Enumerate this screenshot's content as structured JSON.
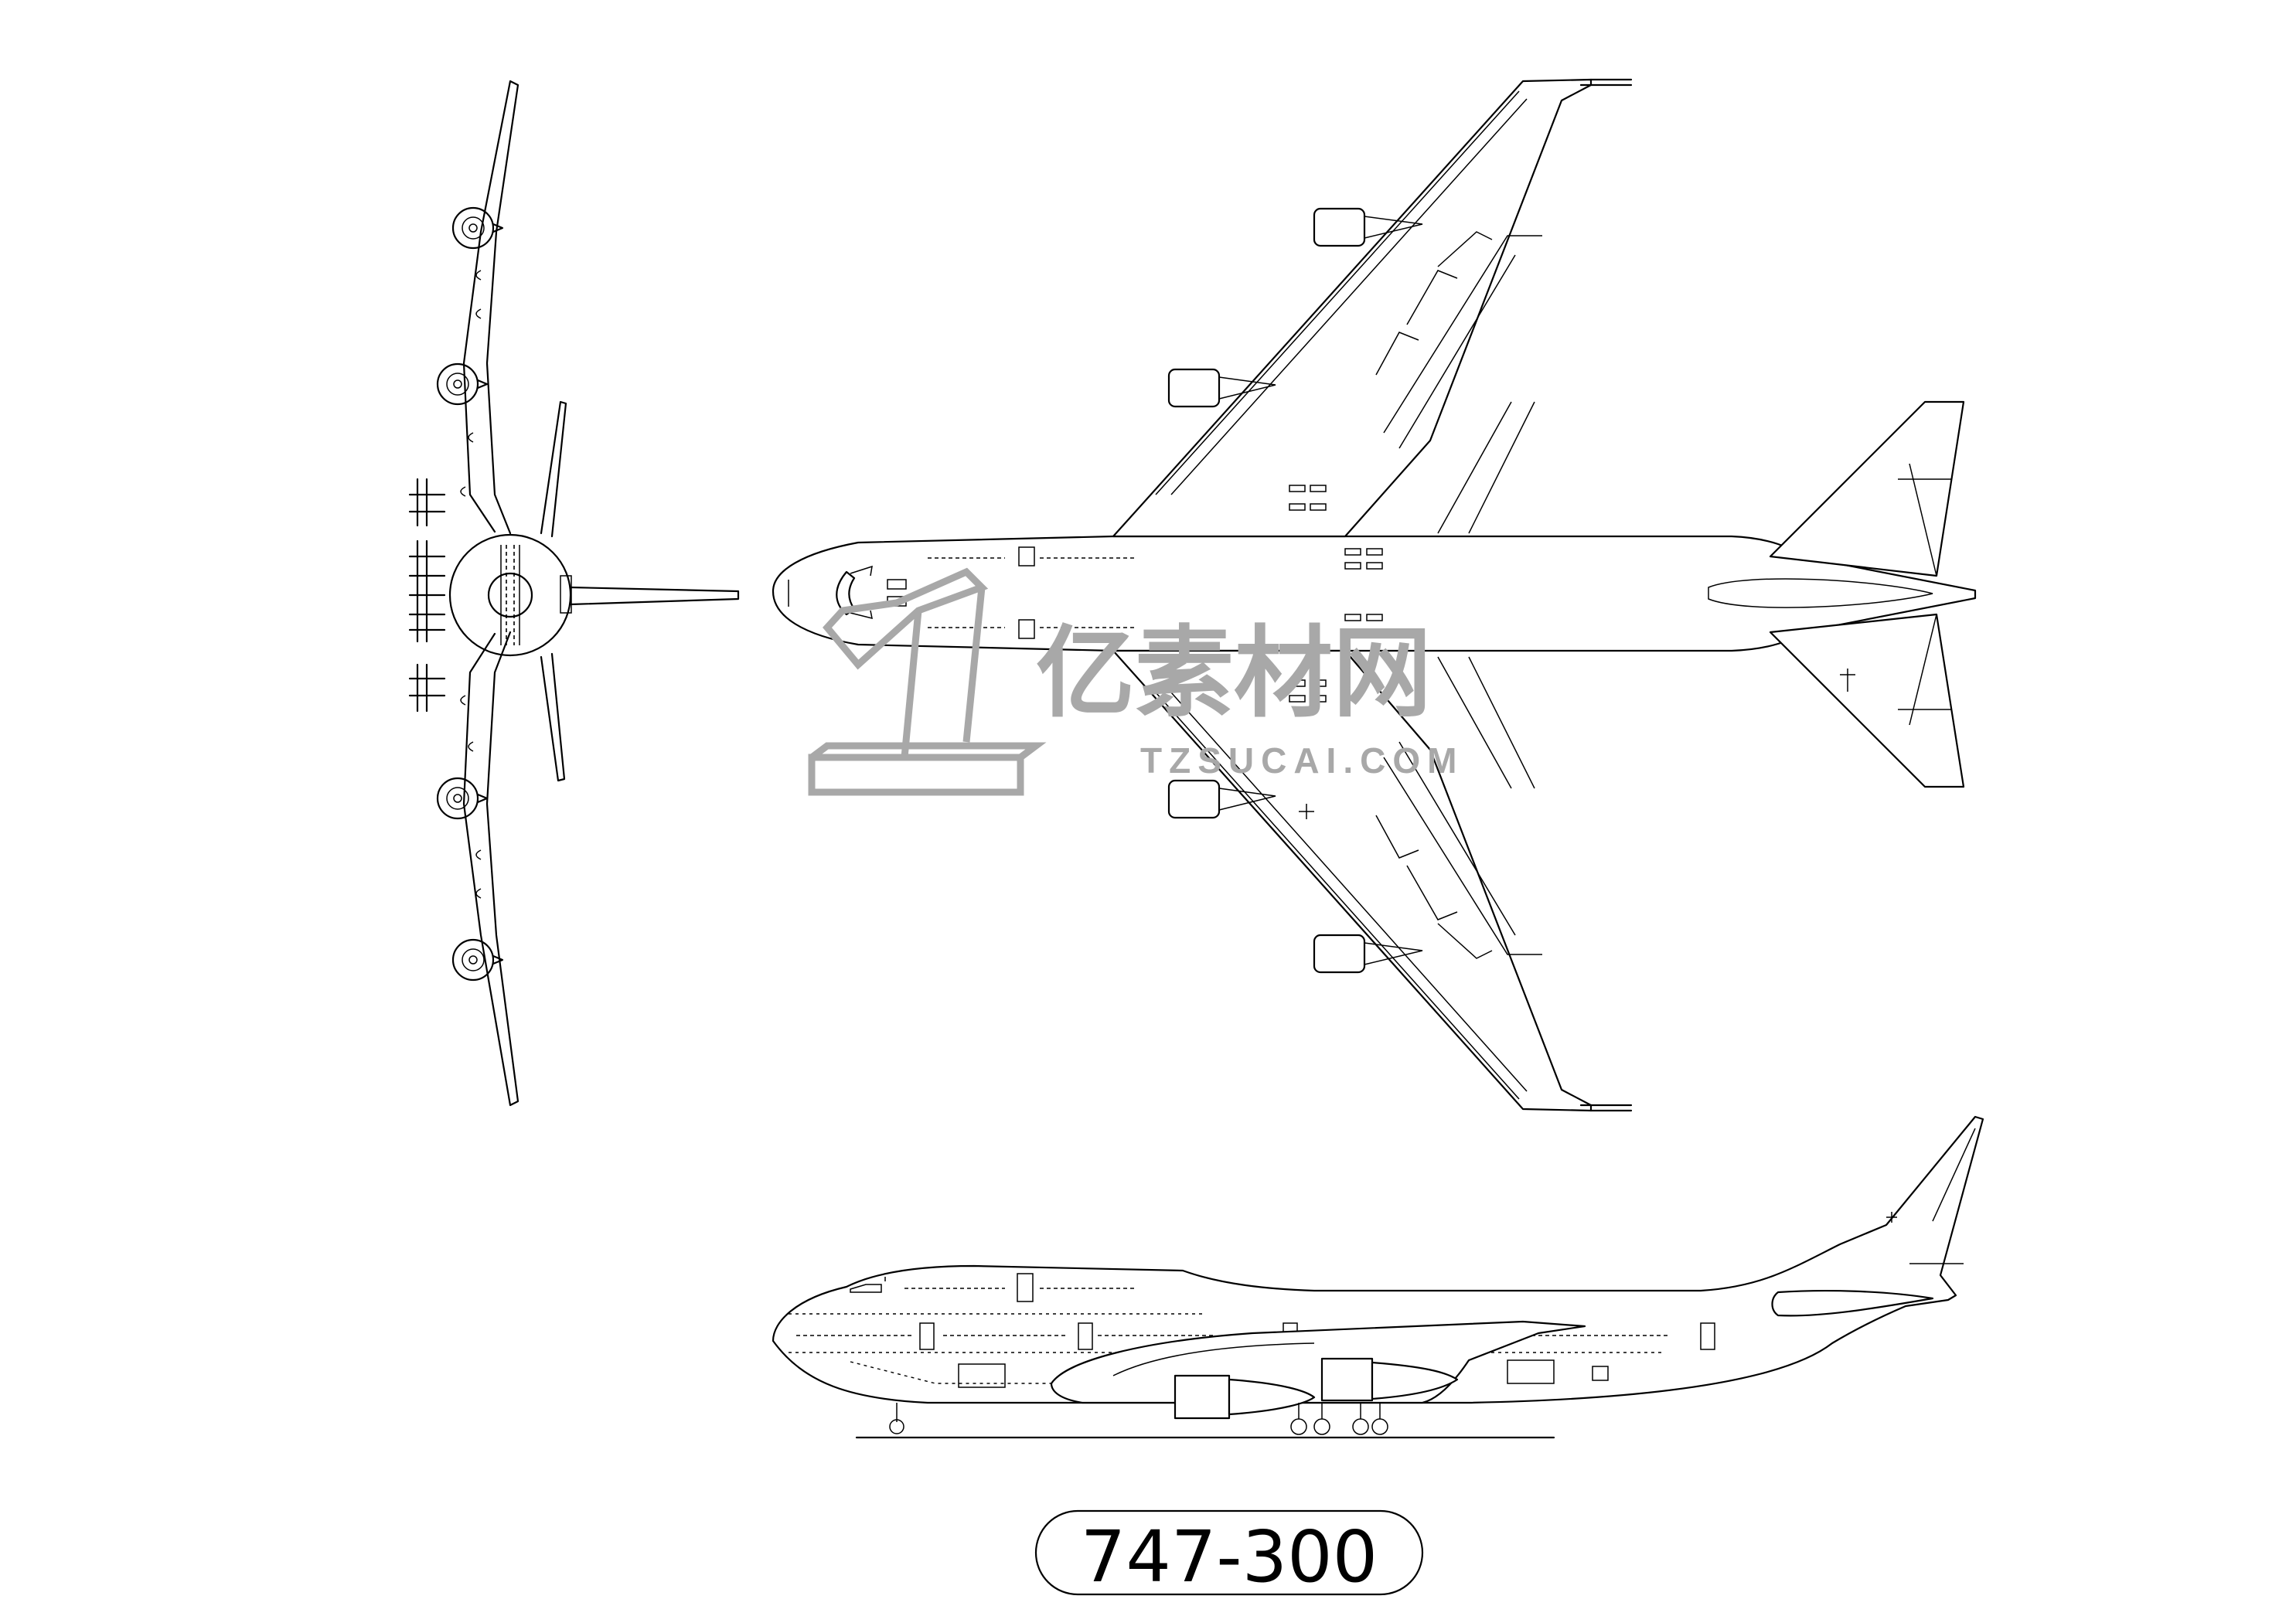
{
  "title_block": {
    "label": "747-300"
  },
  "watermark": {
    "name": "亿素材网",
    "url": "TZSUCAI.COM"
  },
  "colors": {
    "line": "#000000",
    "background": "#ffffff",
    "watermark": "#a8a8a8"
  },
  "views": [
    "front-view",
    "top-view",
    "side-view"
  ]
}
